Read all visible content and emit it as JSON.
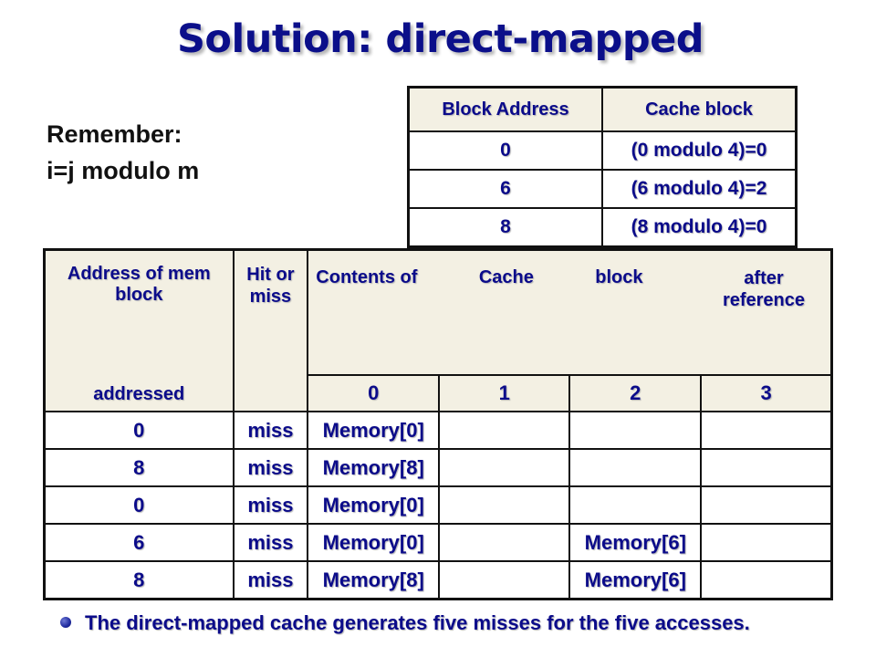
{
  "title": "Solution: direct-mapped",
  "remember": {
    "line1": "Remember:",
    "line2": "i=j modulo m"
  },
  "block_table": {
    "headers": [
      "Block Address",
      "Cache block"
    ],
    "rows": [
      [
        "0",
        "(0 modulo 4)=0"
      ],
      [
        "6",
        "(6 modulo 4)=2"
      ],
      [
        "8",
        "(8 modulo 4)=0"
      ]
    ]
  },
  "main_table": {
    "header_address": "Address of mem block",
    "header_addressed": "addressed",
    "header_hit_miss": "Hit or miss",
    "header_contents": [
      "Contents of",
      "Cache",
      "block",
      "after reference"
    ],
    "index_labels": [
      "0",
      "1",
      "2",
      "3"
    ],
    "rows": [
      {
        "address": "0",
        "result": "miss",
        "blocks": [
          "Memory[0]",
          "",
          "",
          ""
        ]
      },
      {
        "address": "8",
        "result": "miss",
        "blocks": [
          "Memory[8]",
          "",
          "",
          ""
        ]
      },
      {
        "address": "0",
        "result": "miss",
        "blocks": [
          "Memory[0]",
          "",
          "",
          ""
        ]
      },
      {
        "address": "6",
        "result": "miss",
        "blocks": [
          "Memory[0]",
          "",
          "Memory[6]",
          ""
        ]
      },
      {
        "address": "8",
        "result": "miss",
        "blocks": [
          "Memory[8]",
          "",
          "Memory[6]",
          ""
        ]
      }
    ]
  },
  "bullet": "The direct-mapped cache generates five misses for the five accesses."
}
